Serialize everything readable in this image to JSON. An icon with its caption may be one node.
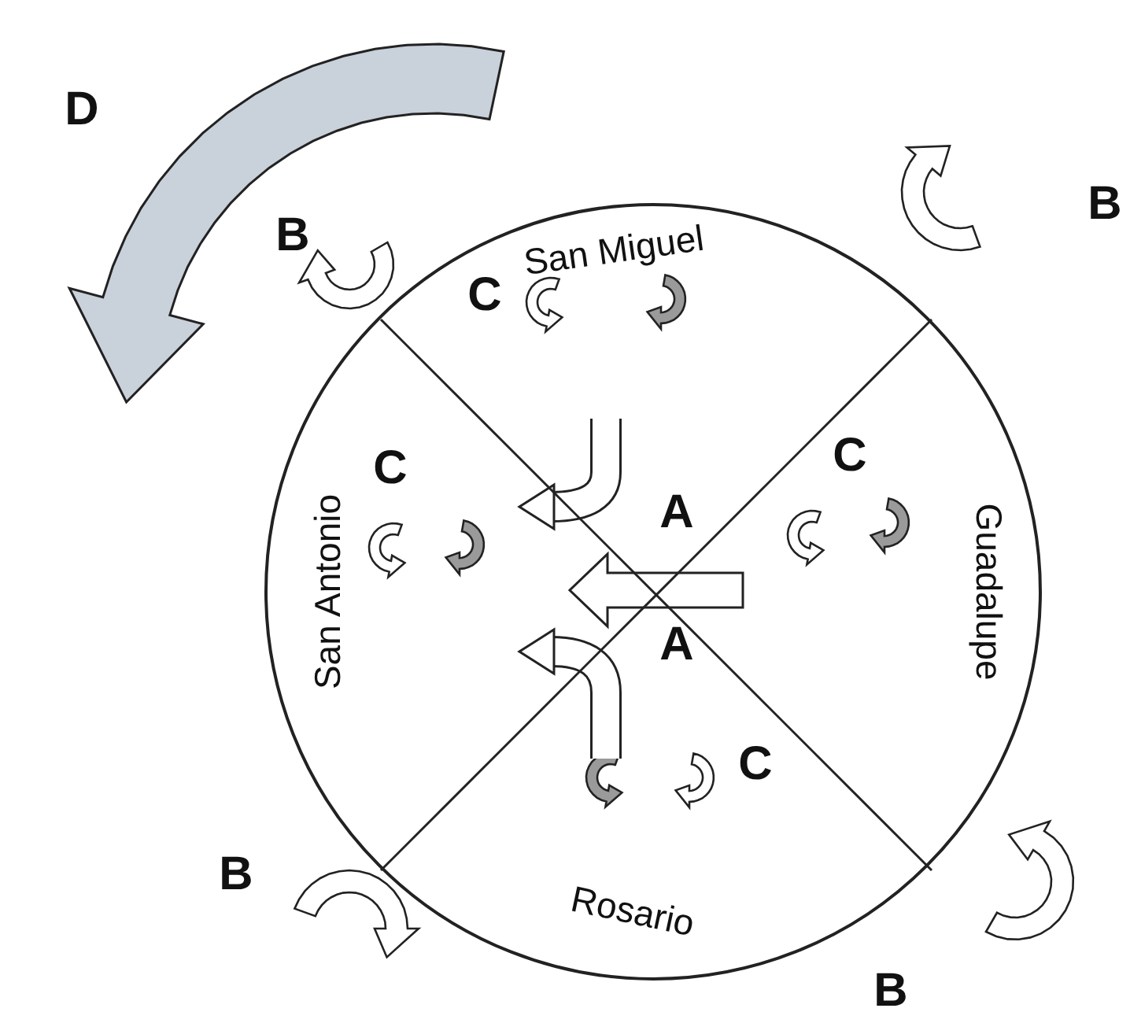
{
  "diagram": {
    "nodes": [
      {
        "text": [],
        "shape": "circle"
      },
      {
        "text": [
          "San Miguel"
        ],
        "in": 0
      },
      {
        "text": [
          "Guadalupe"
        ],
        "in": 0
      },
      {
        "text": [
          "Rosario"
        ],
        "in": 0
      },
      {
        "text": [
          "San Antonio"
        ],
        "in": 0
      }
    ],
    "labels": [
      "D",
      "B",
      "C",
      "B",
      "C",
      "A",
      "C",
      "A",
      "C",
      "B",
      "B"
    ]
  }
}
